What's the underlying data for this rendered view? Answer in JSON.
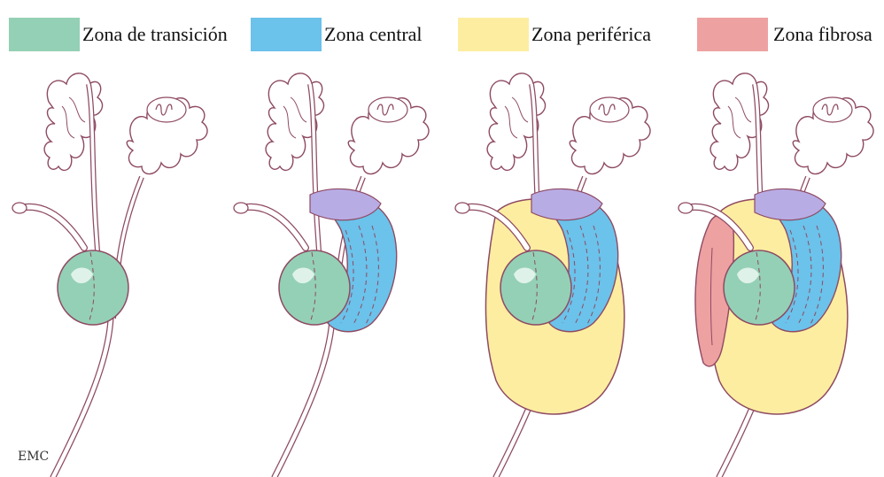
{
  "legend": {
    "items": [
      {
        "label": "Zona de transición",
        "color": "#94d0b5"
      },
      {
        "label": "Zona central",
        "color": "#6bc2ea"
      },
      {
        "label": "Zona periférica",
        "color": "#fdeda0"
      },
      {
        "label": "Zona fibrosa",
        "color": "#eea1a1"
      }
    ]
  },
  "colors": {
    "outline": "#8e4a63",
    "seminal": "#ffffff",
    "ejaculatory": "#b8ace4",
    "transition_dark": "#00a29a"
  },
  "panels": [
    {
      "zones": [
        "transition"
      ]
    },
    {
      "zones": [
        "transition",
        "central"
      ]
    },
    {
      "zones": [
        "transition",
        "central",
        "peripheral"
      ]
    },
    {
      "zones": [
        "transition",
        "central",
        "peripheral",
        "fibrous"
      ]
    }
  ],
  "signature": "EMC"
}
